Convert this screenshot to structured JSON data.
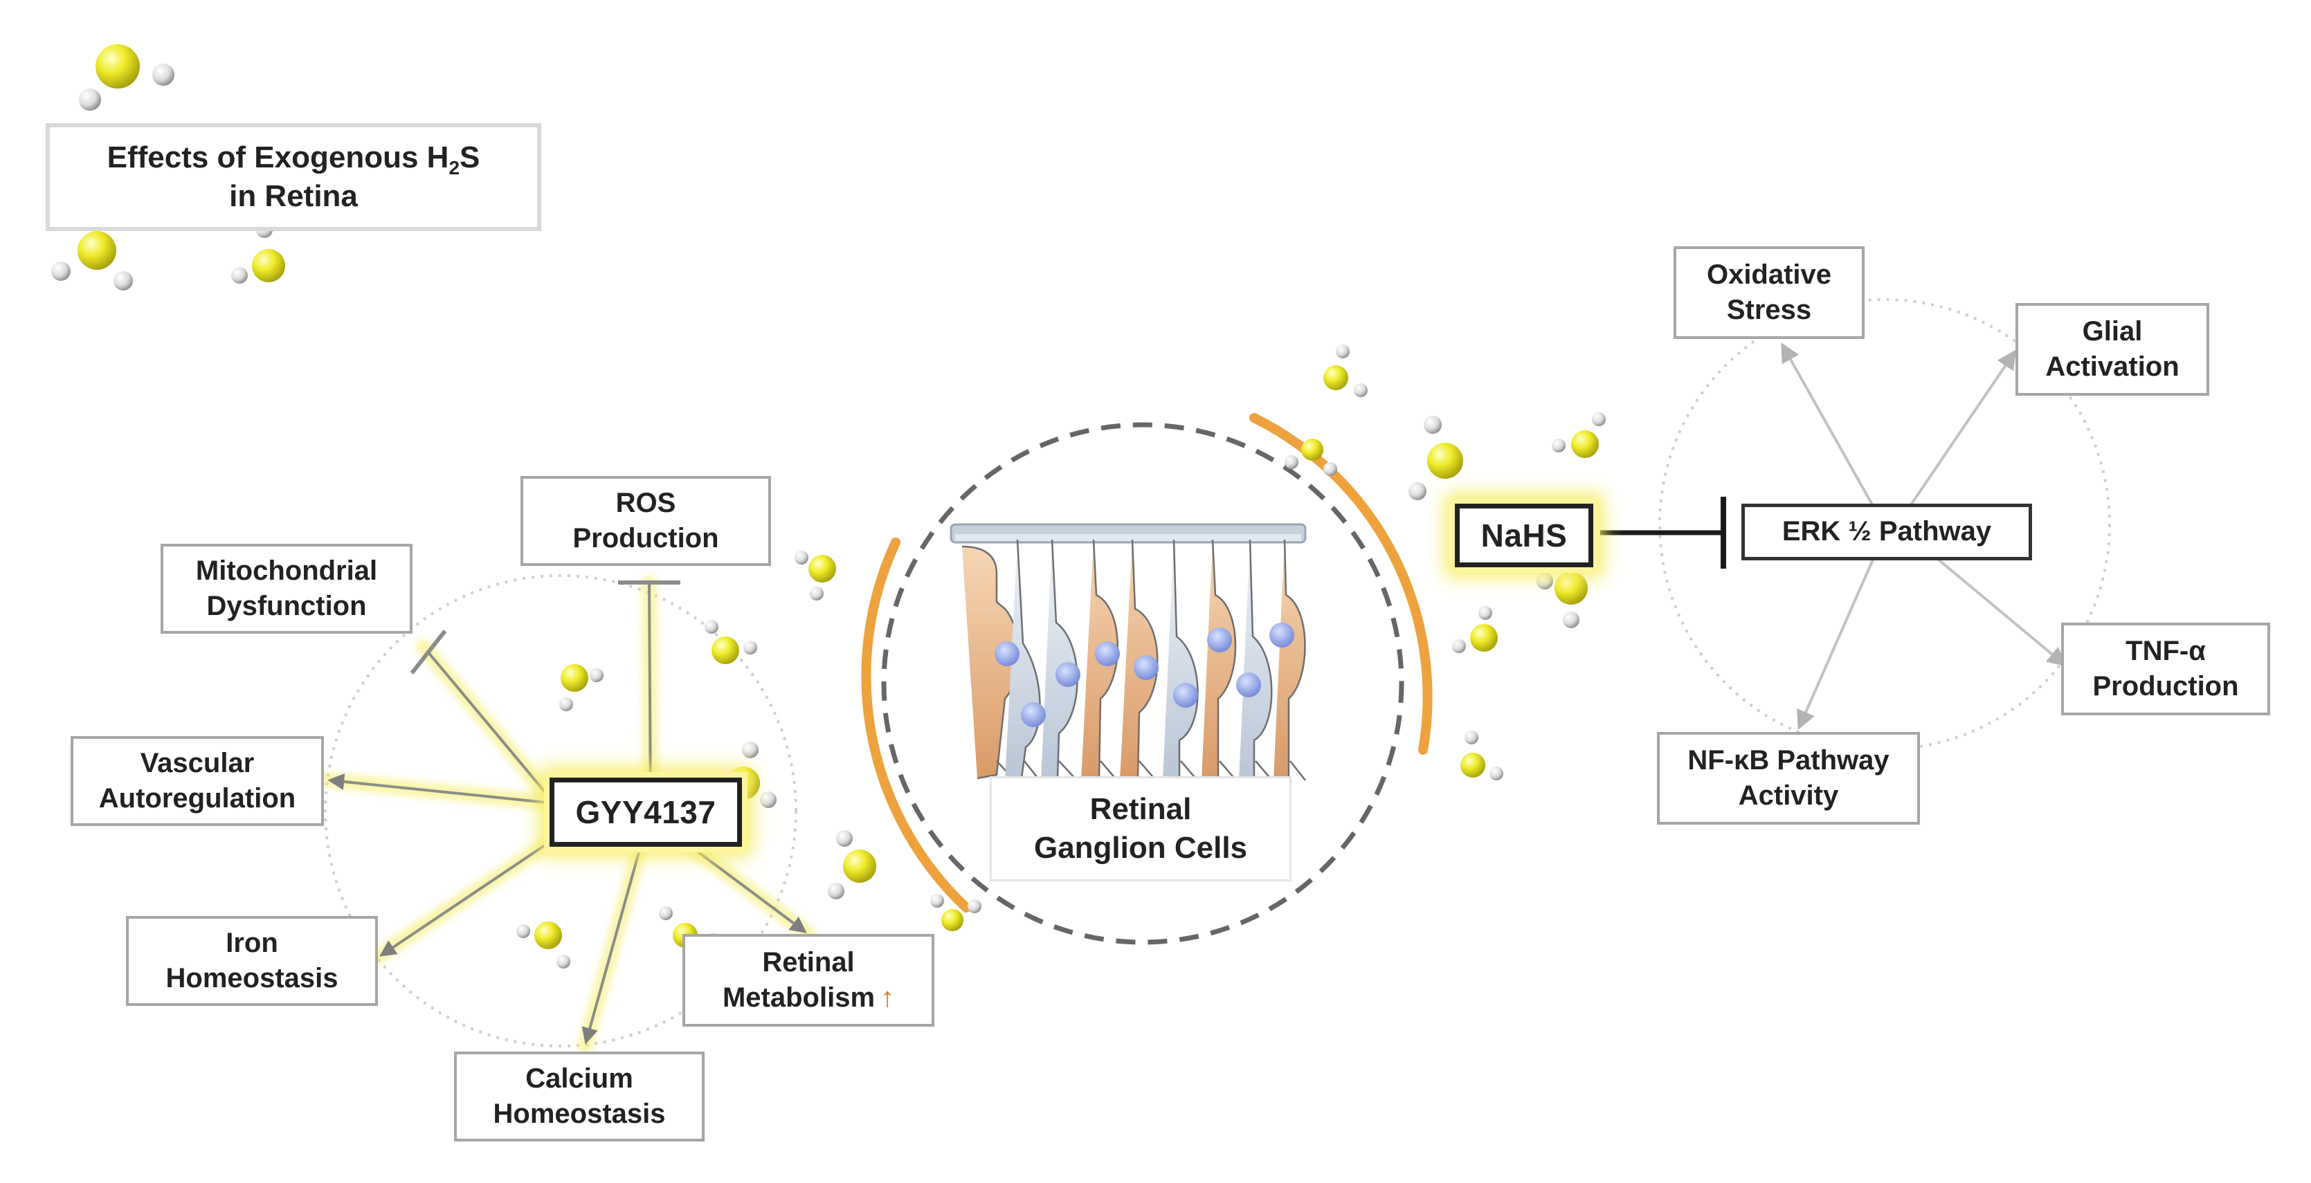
{
  "title": {
    "line1_prefix": "Effects of Exogenous H",
    "line1_sub": "2",
    "line1_suffix": "S",
    "line2": "in Retina"
  },
  "left_cluster": {
    "agent": "GYY4137",
    "inhibited": [
      {
        "line1": "ROS",
        "line2": "Production"
      },
      {
        "line1": "Mitochondrial",
        "line2": "Dysfunction"
      }
    ],
    "promoted": [
      {
        "line1": "Vascular",
        "line2": "Autoregulation"
      },
      {
        "line1": "Iron",
        "line2": "Homeostasis"
      },
      {
        "line1": "Calcium",
        "line2": "Homeostasis"
      },
      {
        "line1": "Retinal",
        "line2": "Metabolism",
        "mark": "↑"
      }
    ]
  },
  "center": {
    "line1": "Retinal",
    "line2": "Ganglion Cells"
  },
  "right_cluster": {
    "agent": "NaHS",
    "pathway": "ERK ½ Pathway",
    "outputs": [
      {
        "line1": "Oxidative",
        "line2": "Stress"
      },
      {
        "line1": "Glial",
        "line2": "Activation"
      },
      {
        "line1": "TNF-α",
        "line2": "Production"
      },
      {
        "line1": "NF-κB Pathway",
        "line2": "Activity"
      }
    ]
  },
  "colors": {
    "highlight": "#f5ec63",
    "orange_arc": "#eea23d",
    "sulfur": "#e7e31a",
    "hydrogen": "#e6e6e6",
    "arrow_gray": "#8c8c8c",
    "box_border": "#a6a6a6"
  }
}
